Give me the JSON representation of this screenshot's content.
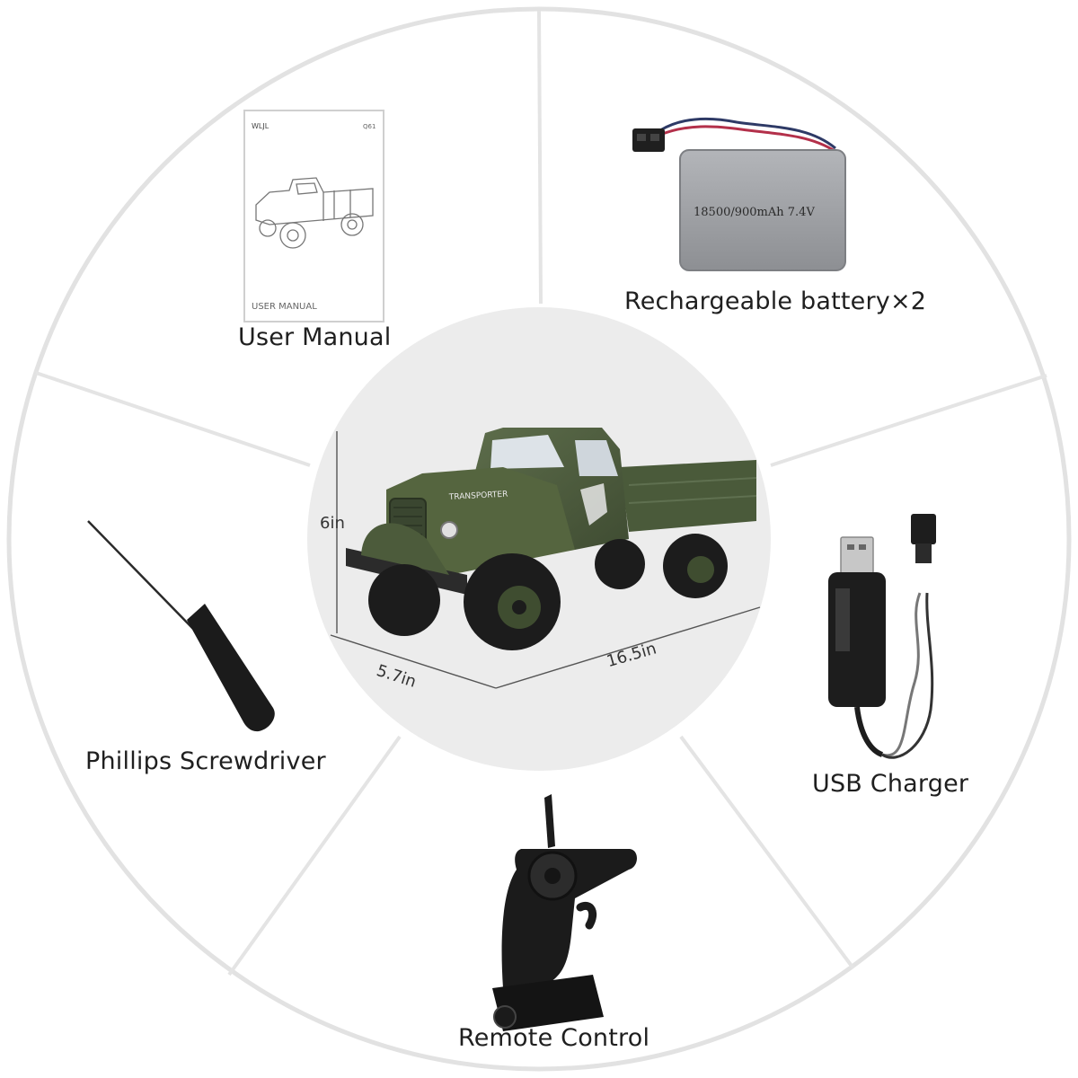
{
  "items": {
    "user_manual": "User Manual",
    "battery": "Rechargeable battery×2",
    "screwdriver": "Phillips Screwdriver",
    "usb_charger": "USB Charger",
    "remote_control": "Remote Control"
  },
  "manual": {
    "brand": "WLJL",
    "code": "Q61",
    "cover_text": "USER MANUAL"
  },
  "battery_label": "18500/900mAh 7.4V",
  "truck": {
    "hood_text": "TRANSPORTER"
  },
  "dimensions": {
    "height": "6in",
    "width": "5.7in",
    "length": "16.5in"
  },
  "colors": {
    "truck_green": "#4f5f3f",
    "battery_gray": "#9a9ca0",
    "center_circle": "#ececec",
    "outer_ring": "#e3e3e3"
  }
}
